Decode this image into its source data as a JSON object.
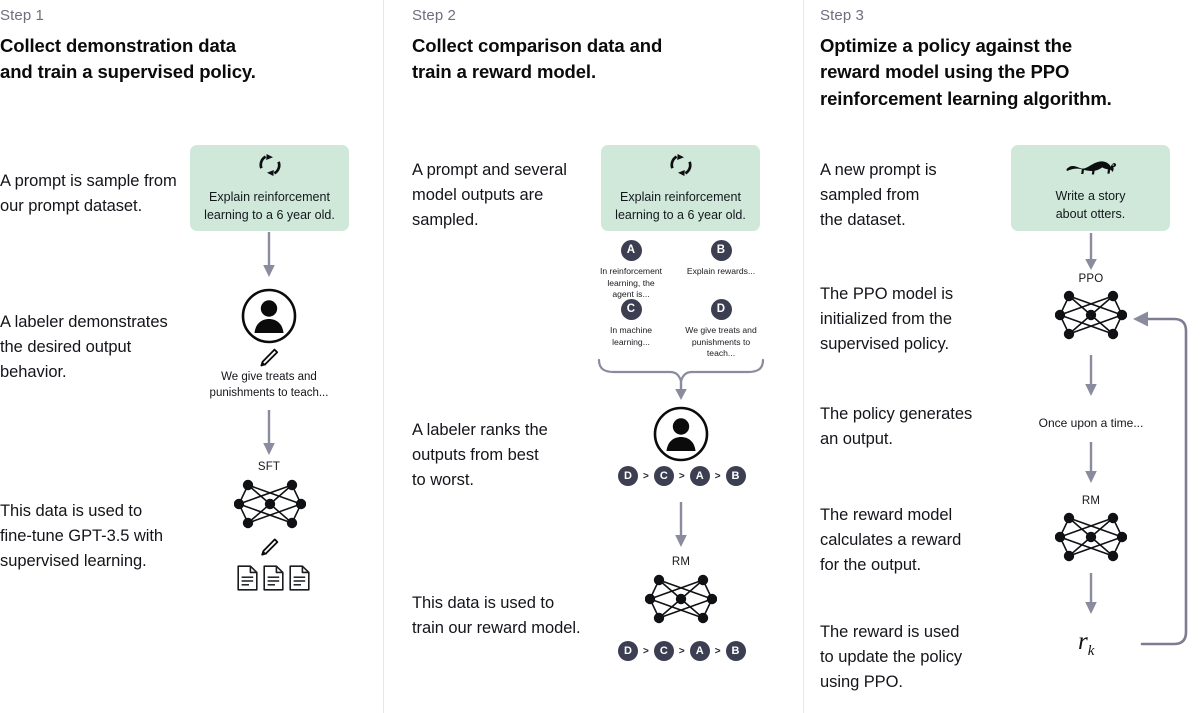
{
  "theme": {
    "background": "#ffffff",
    "prompt_card_green": "#cfe8d9",
    "badge_navy": "#3b3f51",
    "arrow_gray": "#8b8ba0",
    "divider_gray": "#e8e8e8",
    "text_dark": "#14151a",
    "step_label_gray": "#6e6e80"
  },
  "columns": [
    {
      "step_label": "Step 1",
      "title_line1": "Collect demonstration data",
      "title_line2": "and train a supervised policy.",
      "desc1": "A prompt is sample from\nour prompt dataset.",
      "desc2": "A labeler demonstrates\nthe desired output\nbehavior.",
      "desc3": "This data is used to\nfine-tune GPT-3.5 with\nsupervised learning.",
      "prompt_card": {
        "icon": "refresh-loop-icon",
        "text_line1": "Explain reinforcement",
        "text_line2": "learning to a 6 year old."
      },
      "labeler_output": "We give treats and\npunishments to teach...",
      "net_label": "SFT",
      "docs_count": 3
    },
    {
      "step_label": "Step 2",
      "title_line1": "Collect comparison data and",
      "title_line2": "train a reward model.",
      "desc1": "A prompt and several\nmodel outputs are\nsampled.",
      "desc2": "A labeler ranks the\noutputs from best\nto worst.",
      "desc3": "This data is used to\ntrain our reward model.",
      "prompt_card": {
        "icon": "refresh-loop-icon",
        "text_line1": "Explain reinforcement",
        "text_line2": "learning to a 6 year old."
      },
      "options": [
        {
          "badge": "A",
          "text": "In reinforcement\nlearning, the\nagent is..."
        },
        {
          "badge": "B",
          "text": "Explain rewards..."
        },
        {
          "badge": "C",
          "text": "In machine\nlearning..."
        },
        {
          "badge": "D",
          "text": "We give treats and\npunishments to\nteach..."
        }
      ],
      "ranking": [
        "D",
        "C",
        "A",
        "B"
      ],
      "ranking_separator": ">",
      "net_label": "RM"
    },
    {
      "step_label": "Step 3",
      "title_line1": "Optimize a policy against the",
      "title_line2": "reward model using the PPO",
      "title_line3": "reinforcement learning algorithm.",
      "desc1": "A new prompt is\nsampled from\nthe dataset.",
      "desc2": "The PPO model is\ninitialized from the\nsupervised policy.",
      "desc3": "The policy generates\nan output.",
      "desc4": "The reward model\ncalculates a reward\nfor the output.",
      "desc5": "The reward is used\nto update the policy\nusing PPO.",
      "prompt_card": {
        "icon": "otter-icon",
        "text_line1": "Write a story",
        "text_line2": "about otters."
      },
      "ppo_label": "PPO",
      "generated_output": "Once upon a time...",
      "rm_label": "RM",
      "reward_symbol": "r",
      "reward_subscript": "k"
    }
  ]
}
